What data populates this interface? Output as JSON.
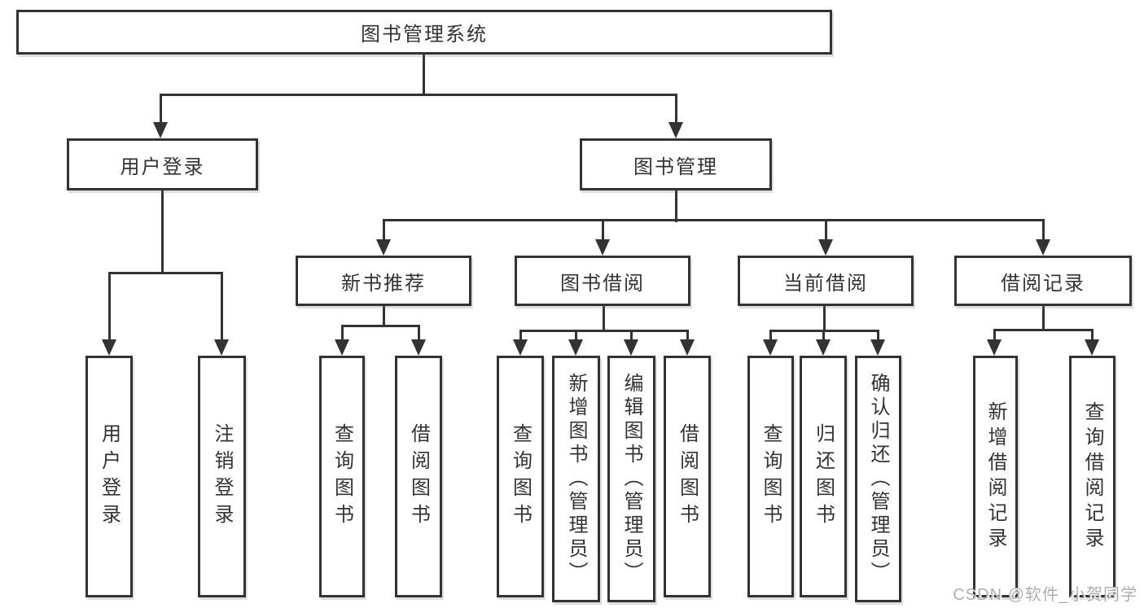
{
  "colors": {
    "line": "#333333",
    "text": "#333333",
    "background": "#ffffff",
    "watermark": "#aeaeae"
  },
  "watermark": {
    "text": "CSDN @软件_小贺同学"
  },
  "tree": {
    "root_label": "图书管理系统",
    "branches": [
      {
        "label": "用户登录",
        "children": [
          {
            "label": "用户登录"
          },
          {
            "label": "注销登录"
          }
        ]
      },
      {
        "label": "图书管理",
        "children": [
          {
            "label": "新书推荐",
            "children": [
              {
                "label": "查询图书"
              },
              {
                "label": "借阅图书"
              }
            ]
          },
          {
            "label": "图书借阅",
            "children": [
              {
                "label": "查询图书"
              },
              {
                "label": "新增图书（管理员）"
              },
              {
                "label": "编辑图书（管理员）"
              },
              {
                "label": "借阅图书"
              }
            ]
          },
          {
            "label": "当前借阅",
            "children": [
              {
                "label": "查询图书"
              },
              {
                "label": "归还图书"
              },
              {
                "label": "确认归还（管理员）"
              }
            ]
          },
          {
            "label": "借阅记录",
            "children": [
              {
                "label": "新增借阅记录"
              },
              {
                "label": "查询借阅记录"
              }
            ]
          }
        ]
      }
    ]
  }
}
